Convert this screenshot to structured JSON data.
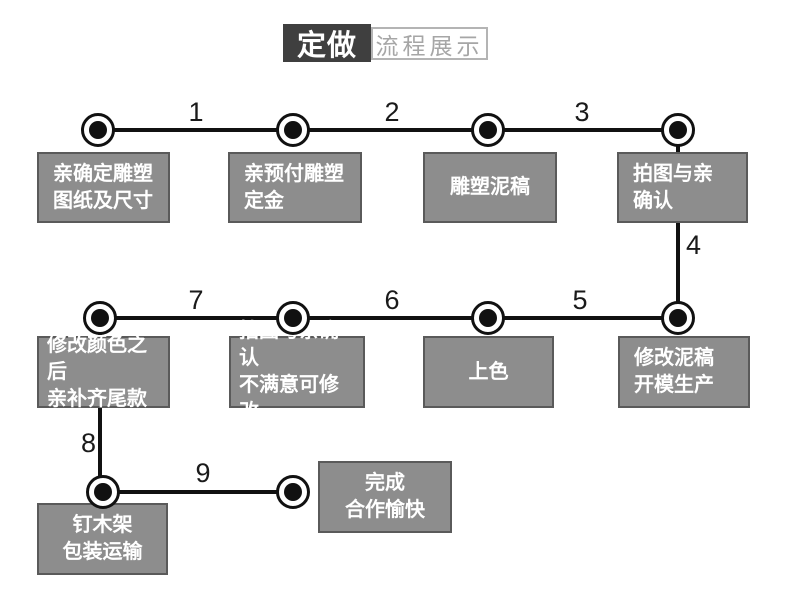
{
  "title": {
    "primary": "定做",
    "secondary": "流程展示"
  },
  "colors": {
    "background": "#ffffff",
    "box_fill": "#8d8d8d",
    "box_border": "#5a5a5a",
    "box_text": "#ffffff",
    "connector_line": "#111111",
    "title_primary_bg": "#3f3f3f",
    "title_primary_text": "#ffffff",
    "title_secondary_text": "#a6a6a6",
    "title_secondary_border": "#b4b4b4",
    "edge_label_text": "#1a1a1a"
  },
  "edge_labels": [
    "1",
    "2",
    "3",
    "4",
    "5",
    "6",
    "7",
    "8",
    "9"
  ],
  "steps": {
    "row1": [
      {
        "line1": "亲确定雕塑",
        "line2": "图纸及尺寸"
      },
      {
        "line1": "亲预付雕塑",
        "line2": "定金"
      },
      {
        "line1": "雕塑泥稿"
      },
      {
        "line1": "拍图与亲",
        "line2": "确认"
      }
    ],
    "row2": [
      {
        "line1": "修改颜色之后",
        "line2": "亲补齐尾款"
      },
      {
        "line1": "拍图与亲确认",
        "line2": "不满意可修改"
      },
      {
        "line1": "上色"
      },
      {
        "line1": "修改泥稿",
        "line2": "开模生产"
      }
    ],
    "row3": [
      {
        "line1": "钉木架",
        "line2": "包装运输"
      },
      {
        "line1": "完成",
        "line2": "合作愉快"
      }
    ]
  }
}
